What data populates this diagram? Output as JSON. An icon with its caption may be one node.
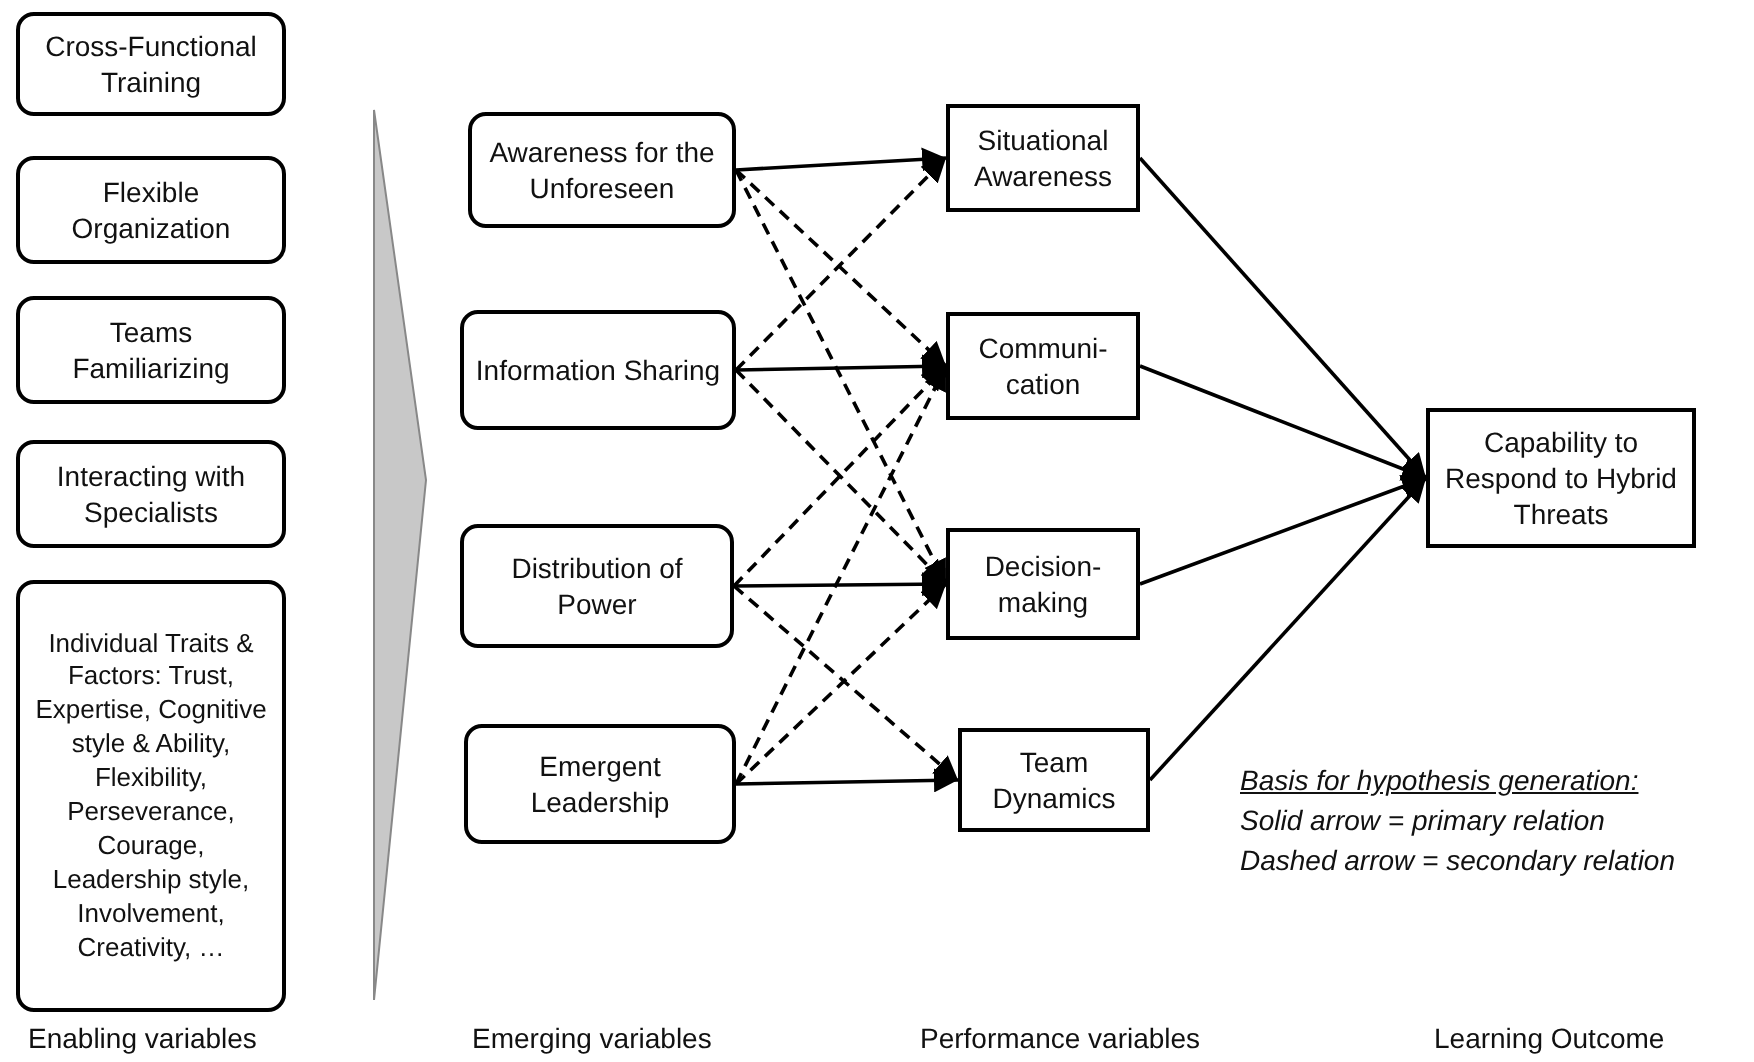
{
  "diagram": {
    "nodes": [
      {
        "text": [
          "Cross-Functional Training"
        ]
      },
      {
        "text": [
          "Flexible Organization"
        ]
      },
      {
        "text": [
          "Teams Familiarizing"
        ]
      },
      {
        "text": [
          "Interacting with Specialists"
        ]
      },
      {
        "text": [
          "Individual Traits & Factors: Trust, Expertise, Cognitive style & Ability, Flexibility, Perseverance, Courage, Leadership style, Involvement, Creativity, …"
        ]
      },
      {
        "text": [
          "Awareness for the Unforeseen"
        ]
      },
      {
        "text": [
          "Information Sharing"
        ]
      },
      {
        "text": [
          "Distribution of Power"
        ]
      },
      {
        "text": [
          "Emergent Leadership"
        ]
      },
      {
        "text": [
          "Situational Awareness"
        ]
      },
      {
        "text": [
          "Communi-cation"
        ]
      },
      {
        "text": [
          "Decision-making"
        ]
      },
      {
        "text": [
          "Team Dynamics"
        ]
      },
      {
        "text": [
          "Capability to Respond to Hybrid Threats"
        ]
      }
    ],
    "edges": [
      {
        "from": 5,
        "to": 9,
        "arrow": "to"
      },
      {
        "from": 5,
        "to": 10,
        "arrow": "to",
        "style": "dashed"
      },
      {
        "from": 5,
        "to": 11,
        "arrow": "to",
        "style": "dashed"
      },
      {
        "from": 6,
        "to": 9,
        "arrow": "to",
        "style": "dashed"
      },
      {
        "from": 6,
        "to": 10,
        "arrow": "to"
      },
      {
        "from": 6,
        "to": 11,
        "arrow": "to",
        "style": "dashed"
      },
      {
        "from": 7,
        "to": 10,
        "arrow": "to",
        "style": "dashed"
      },
      {
        "from": 7,
        "to": 11,
        "arrow": "to"
      },
      {
        "from": 7,
        "to": 12,
        "arrow": "to",
        "style": "dashed"
      },
      {
        "from": 8,
        "to": 10,
        "arrow": "to",
        "style": "dashed"
      },
      {
        "from": 8,
        "to": 11,
        "arrow": "to",
        "style": "dashed"
      },
      {
        "from": 8,
        "to": 12,
        "arrow": "to"
      },
      {
        "from": 9,
        "to": 13,
        "arrow": "to"
      },
      {
        "from": 10,
        "to": 13,
        "arrow": "to"
      },
      {
        "from": 11,
        "to": 13,
        "arrow": "to"
      },
      {
        "from": 12,
        "to": 13,
        "arrow": "to"
      }
    ],
    "labels": [
      "Basis for hypothesis generation:",
      "Solid arrow = primary relation",
      "Dashed arrow = secondary relation",
      "Enabling variables",
      "Emerging variables",
      "Performance variables",
      "Learning Outcome"
    ]
  }
}
